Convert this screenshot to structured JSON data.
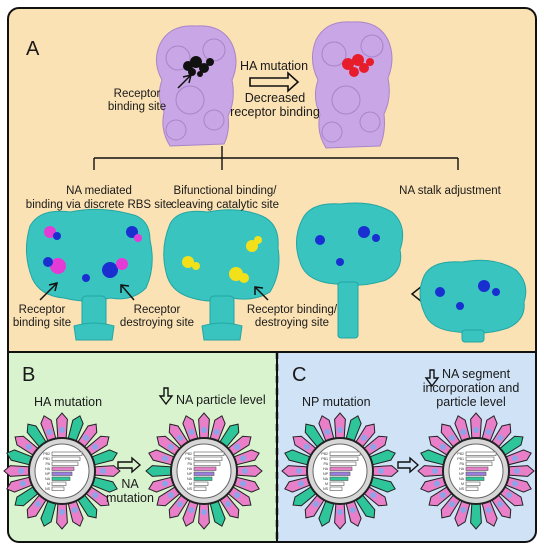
{
  "figure": {
    "colors": {
      "panel_a_bg": "#fbe2b4",
      "panel_b_bg": "#d9f3cf",
      "panel_c_bg": "#cfe2f6",
      "ha_protein": "#c9a6e6",
      "ha_rbs": "#111111",
      "ha_mutated_site": "#e81d2b",
      "na_protein": "#39c4c0",
      "na_site_magenta": "#e53bd6",
      "na_site_blue": "#1a2fd0",
      "na_site_yellow": "#f2e11a",
      "spike_ha": "#e87fc8",
      "spike_na": "#2fc59a",
      "spike_outline": "#222222",
      "virion_core": "#d7d7d7"
    },
    "panel_a": {
      "letter": "A",
      "ha_mutation_label": "HA mutation",
      "decreased_binding_label_line1": "Decreased",
      "decreased_binding_label_line2": "receptor binding",
      "receptor_binding_site_line1": "Receptor",
      "receptor_binding_site_line2": "binding site",
      "branch1_line1": "NA mediated",
      "branch1_line2": "binding via discrete RBS site",
      "branch2_line1": "Bifunctional binding/",
      "branch2_line2": "cleaving catalytic site",
      "branch3": "NA stalk adjustment",
      "na1_receptor_binding_line1": "Receptor",
      "na1_receptor_binding_line2": "binding site",
      "na1_receptor_destroying_line1": "Receptor",
      "na1_receptor_destroying_line2": "destroying site",
      "na2_receptor_bd_line1": "Receptor binding/",
      "na2_receptor_bd_line2": "destroying site"
    },
    "panel_b": {
      "letter": "B",
      "ha_mutation_label": "HA mutation",
      "na_particle_label": "NA  particle level",
      "na_mutation_line1": "NA",
      "na_mutation_line2": "mutation",
      "segment_labels": [
        "PB2",
        "PB1",
        "PA",
        "HA",
        "NP",
        "NA",
        "M",
        "NS"
      ]
    },
    "panel_c": {
      "letter": "C",
      "np_mutation_label": "NP mutation",
      "na_segment_line1": "NA segment",
      "na_segment_line2": "incorporation and",
      "na_segment_line3": "particle level"
    }
  }
}
